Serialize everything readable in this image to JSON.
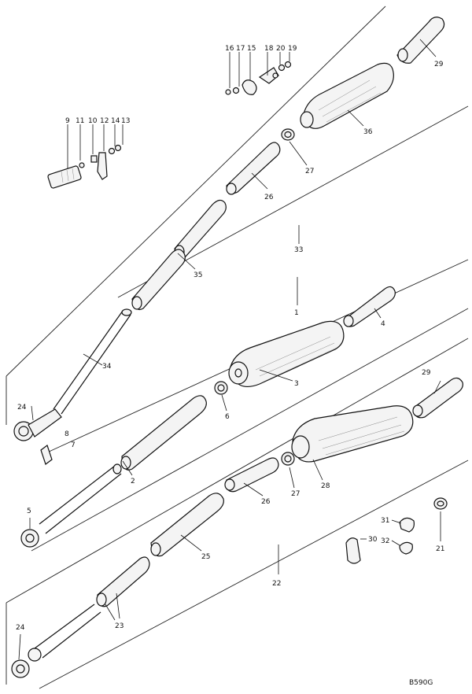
{
  "document": {
    "ref_code": "B590G"
  },
  "callouts": [
    {
      "label": "29",
      "key": "c29a"
    },
    {
      "label": "16",
      "key": "c16"
    },
    {
      "label": "17",
      "key": "c17"
    },
    {
      "label": "15",
      "key": "c15"
    },
    {
      "label": "18",
      "key": "c18"
    },
    {
      "label": "20",
      "key": "c20"
    },
    {
      "label": "19",
      "key": "c19"
    },
    {
      "label": "36",
      "key": "c36"
    },
    {
      "label": "9",
      "key": "c9"
    },
    {
      "label": "11",
      "key": "c11"
    },
    {
      "label": "10",
      "key": "c10"
    },
    {
      "label": "12",
      "key": "c12"
    },
    {
      "label": "14",
      "key": "c14"
    },
    {
      "label": "13",
      "key": "c13"
    },
    {
      "label": "27",
      "key": "c27a"
    },
    {
      "label": "26",
      "key": "c26a"
    },
    {
      "label": "33",
      "key": "c33"
    },
    {
      "label": "35",
      "key": "c35"
    },
    {
      "label": "1",
      "key": "c1"
    },
    {
      "label": "4",
      "key": "c4"
    },
    {
      "label": "34",
      "key": "c34"
    },
    {
      "label": "3",
      "key": "c3"
    },
    {
      "label": "29",
      "key": "c29b"
    },
    {
      "label": "6",
      "key": "c6"
    },
    {
      "label": "24",
      "key": "c24a"
    },
    {
      "label": "8",
      "key": "c8"
    },
    {
      "label": "7",
      "key": "c7"
    },
    {
      "label": "2",
      "key": "c2"
    },
    {
      "label": "28",
      "key": "c28"
    },
    {
      "label": "27",
      "key": "c27b"
    },
    {
      "label": "26",
      "key": "c26b"
    },
    {
      "label": "5",
      "key": "c5"
    },
    {
      "label": "31",
      "key": "c31"
    },
    {
      "label": "30",
      "key": "c30"
    },
    {
      "label": "32",
      "key": "c32"
    },
    {
      "label": "21",
      "key": "c21"
    },
    {
      "label": "25",
      "key": "c25"
    },
    {
      "label": "22",
      "key": "c22"
    },
    {
      "label": "23",
      "key": "c23"
    },
    {
      "label": "24",
      "key": "c24b"
    }
  ]
}
